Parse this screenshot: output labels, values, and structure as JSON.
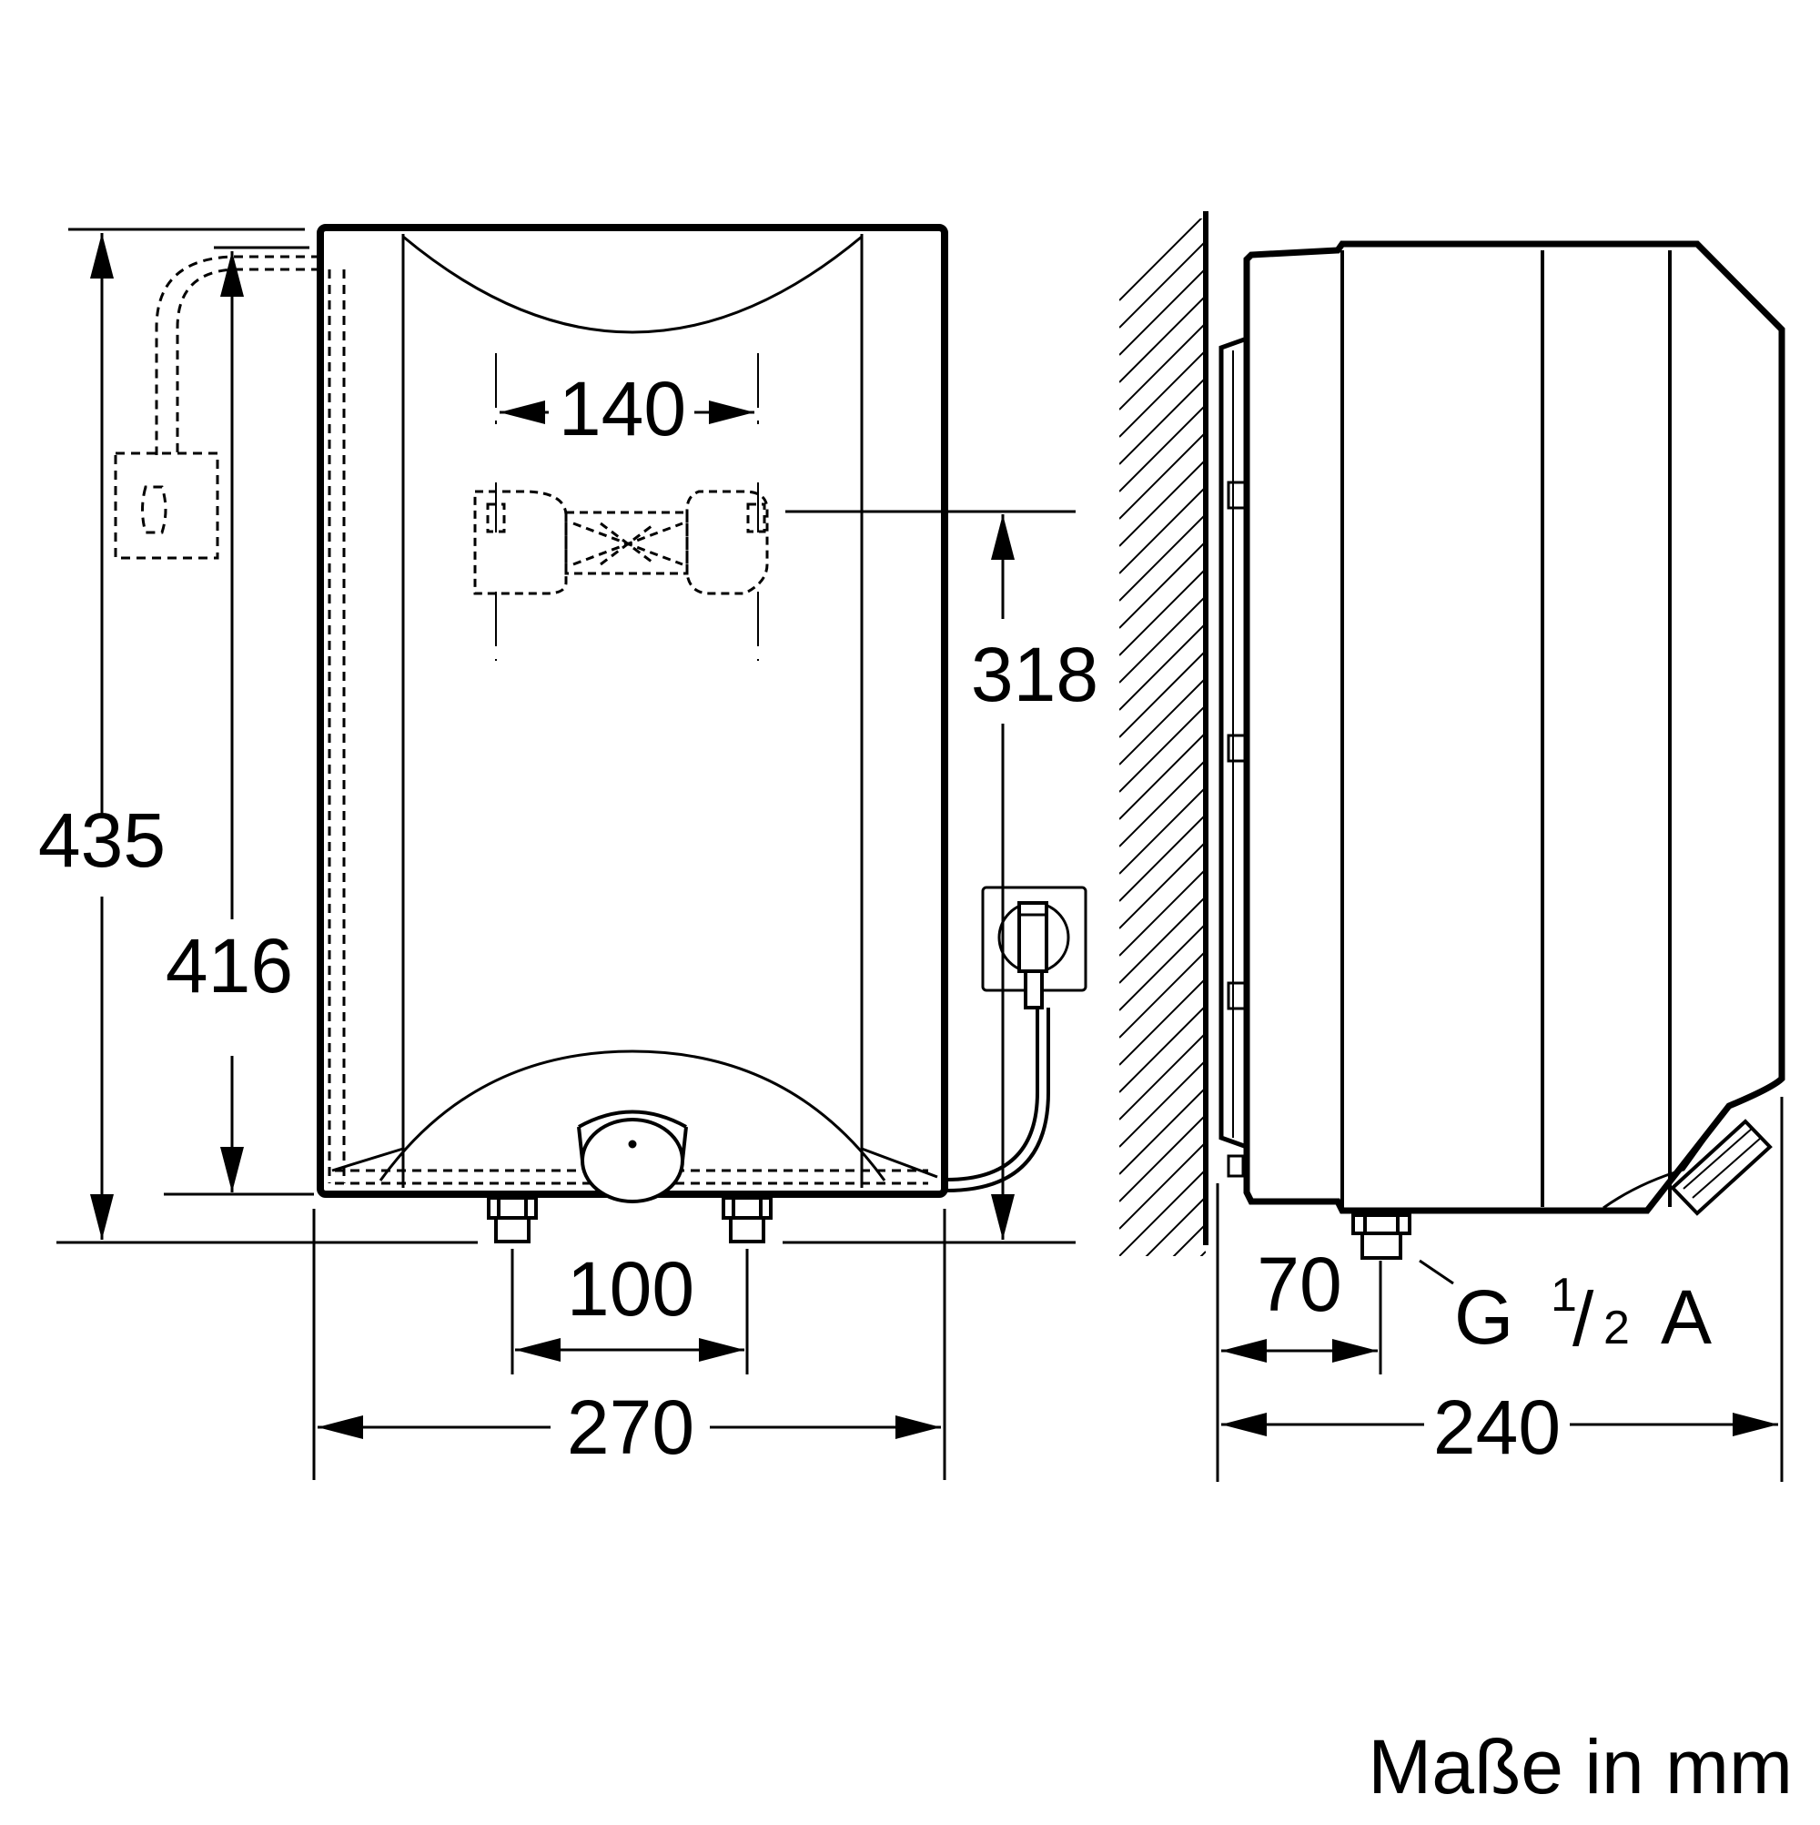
{
  "dimensions": {
    "width_front": "270",
    "height_total": "435",
    "height_body": "416",
    "bracket_spacing": "140",
    "bracket_height": "318",
    "pipe_spacing": "100",
    "depth_total": "240",
    "pipe_offset": "70"
  },
  "thread": {
    "main": "G",
    "num": "1",
    "slash": "/",
    "den": "2",
    "suffix": "A"
  },
  "units_note": "Maße in mm",
  "colors": {
    "line": "#000000",
    "background": "#ffffff"
  }
}
